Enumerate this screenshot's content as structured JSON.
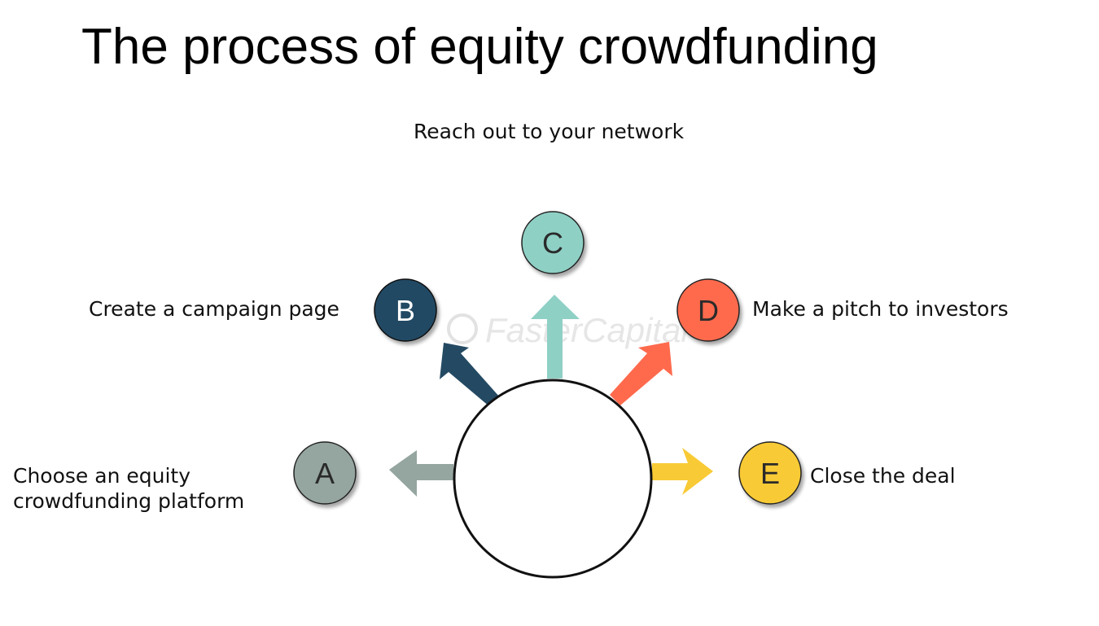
{
  "title": "The process of equity crowdfunding",
  "watermark": "FasterCapital",
  "steps": [
    {
      "letter": "A",
      "label_lines": [
        "Choose an equity",
        "crowdfunding platform"
      ],
      "color": "#95a5a0"
    },
    {
      "letter": "B",
      "label_lines": [
        "Create a campaign page"
      ],
      "color": "#244a63"
    },
    {
      "letter": "C",
      "label_lines": [
        "Reach out to your network"
      ],
      "color": "#8fd0c5"
    },
    {
      "letter": "D",
      "label_lines": [
        "Make a pitch to investors"
      ],
      "color": "#ff6a4d"
    },
    {
      "letter": "E",
      "label_lines": [
        "Close the deal"
      ],
      "color": "#f8ca35"
    }
  ]
}
